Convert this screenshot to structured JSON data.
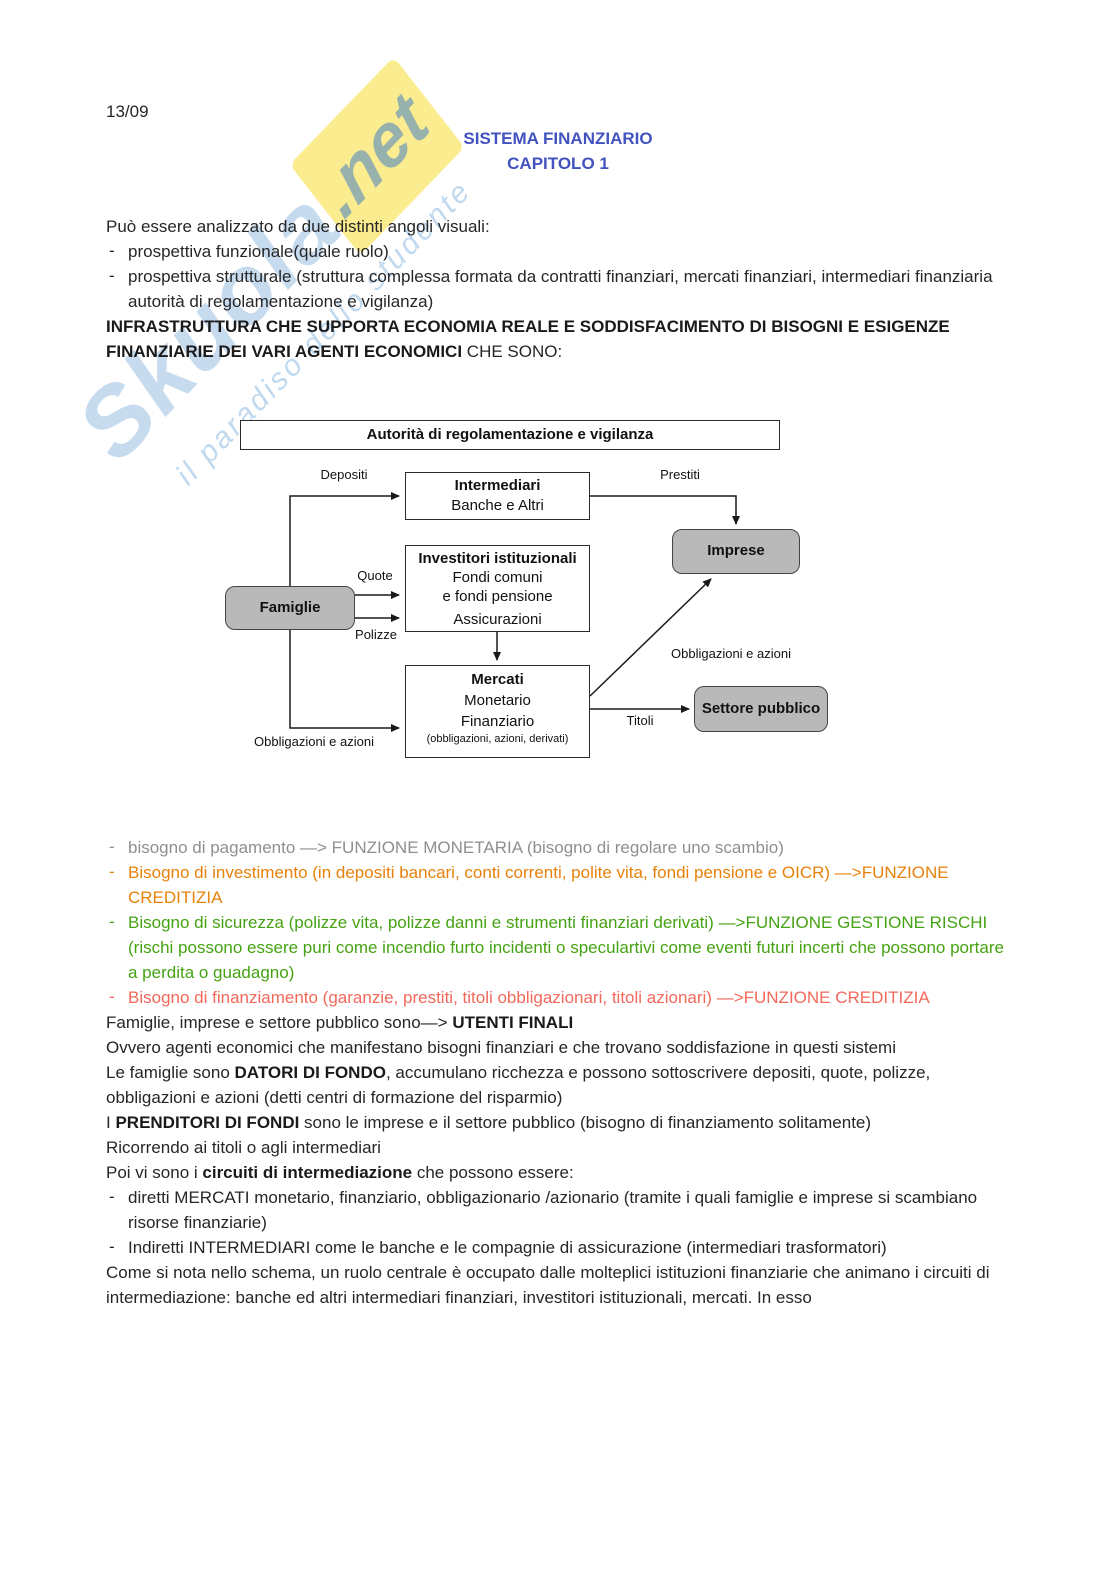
{
  "ui": {
    "dash": "-"
  },
  "watermark": {
    "brand": "Skuola",
    "net": ".net",
    "tagline": "il paradiso dello studente"
  },
  "header": {
    "date": "13/09",
    "title": "SISTEMA FINANZIARIO",
    "chapter": "CAPITOLO 1",
    "title_color": "#4253c0"
  },
  "intro": {
    "lead": "Può essere analizzato da due distinti angoli visuali:",
    "bullets": [
      "prospettiva funzionale(quale ruolo)",
      "prospettiva strutturale (struttura complessa formata da contratti finanziari, mercati finanziari, intermediari finanziaria autorità di regolamentazione e vigilanza)"
    ],
    "infrastructure_bold": "INFRASTRUTTURA CHE SUPPORTA ECONOMIA REALE E SODDISFACIMENTO DI BISOGNI E ESIGENZE FINANZIARIE DEI VARI AGENTI ECONOMICI",
    "infrastructure_rest": " CHE SONO:"
  },
  "diagram": {
    "authority": "Autorità di regolamentazione e vigilanza",
    "boxes": {
      "famiglie": "Famiglie",
      "imprese": "Imprese",
      "settore_pubblico": "Settore pubblico",
      "intermediari": {
        "title": "Intermediari",
        "subtitle": "Banche e Altri"
      },
      "investitori": {
        "title": "Investitori istituzionali",
        "line1": "Fondi comuni",
        "line2": "e fondi pensione",
        "line3": "Assicurazioni"
      },
      "mercati": {
        "title": "Mercati",
        "line1": "Monetario",
        "line2": "Finanziario",
        "line3": "(obbligazioni, azioni, derivati)"
      }
    },
    "labels": {
      "depositi": "Depositi",
      "prestiti": "Prestiti",
      "quote": "Quote",
      "polizze": "Polizze",
      "obbligazioni_azioni_left": "Obbligazioni e azioni",
      "obbligazioni_azioni_right": "Obbligazioni e azioni",
      "titoli": "Titoli"
    }
  },
  "needs": [
    {
      "text": "bisogno di pagamento —> FUNZIONE MONETARIA (bisogno di regolare uno scambio)",
      "color": "#8f8f8f"
    },
    {
      "text": "Bisogno di investimento (in depositi bancari, conti correnti, polite vita, fondi pensione e OICR) —>FUNZIONE CREDITIZIA",
      "color": "#e8810a"
    },
    {
      "text": "Bisogno di sicurezza (polizze vita, polizze danni  e strumenti finanziari derivati) —>FUNZIONE GESTIONE RISCHI (rischi possono essere puri come incendio furto incidenti o speculartivi come eventi futuri incerti che possono portare a perdita o guadagno)",
      "color": "#45a313"
    },
    {
      "text": "Bisogno di finanziamento (garanzie, prestiti, titoli obbligazionari, titoli azionari) —>FUNZIONE CREDITIZIA",
      "color": "#f2685a"
    }
  ],
  "paragraphs": {
    "utenti": {
      "pre": "Famiglie, imprese e settore pubblico sono—> ",
      "bold": "UTENTI FINALI"
    },
    "utenti_line2": "Ovvero agenti economici che manifestano bisogni finanziari e che trovano soddisfazione in questi sistemi",
    "datori": {
      "pre": "Le famiglie sono ",
      "bold": "DATORI DI FONDO",
      "post": ", accumulano ricchezza e possono sottoscrivere depositi, quote, polizze, obbligazioni e azioni (detti centri di formazione del risparmio)"
    },
    "prenditori": {
      "pre": "I ",
      "bold": "PRENDITORI DI FONDI",
      "post": " sono le imprese e il settore pubblico (bisogno di finanziamento solitamente)"
    },
    "prenditori_line2": "Ricorrendo ai titoli o agli intermediari",
    "circuiti": {
      "pre": "Poi vi sono i ",
      "bold": "circuiti di intermediazione",
      "post": " che possono essere:"
    },
    "circuiti_bullets": [
      "diretti MERCATI monetario, finanziario, obbligazionario /azionario (tramite i quali famiglie e imprese si scambiano risorse finanziarie)",
      "Indiretti INTERMEDIARI come le banche e le compagnie di assicurazione (intermediari trasformatori)"
    ],
    "closing": "Come si nota nello schema, un ruolo centrale è occupato dalle molteplici istituzioni finanziarie che animano i circuiti di intermediazione: banche ed altri intermediari finanziari, investitori istituzionali, mercati. In esso"
  }
}
